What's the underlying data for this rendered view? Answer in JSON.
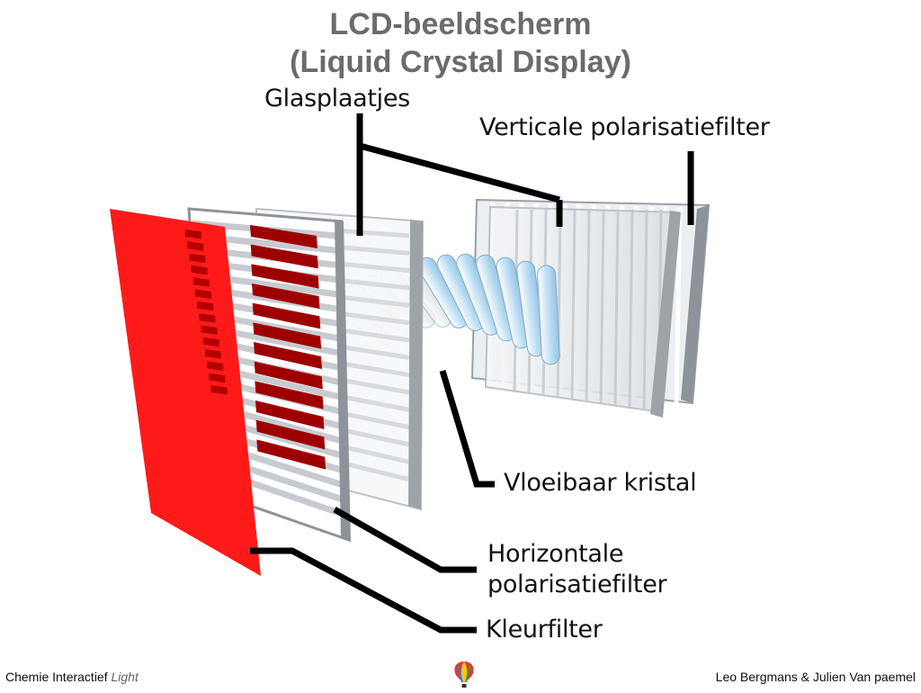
{
  "title": {
    "line1": "LCD-beeldscherm",
    "line2": "(Liquid Crystal Display)"
  },
  "labels": {
    "glasplaatjes": "Glasplaatjes",
    "verticale": "Verticale polarisatiefilter",
    "vloeibaar": "Vloeibaar kristal",
    "horizontale_line1": "Horizontale",
    "horizontale_line2": "polarisatiefilter",
    "kleurfilter": "Kleurfilter"
  },
  "footer": {
    "left_main": "Chemie Interactief",
    "left_suffix": "Light",
    "right": "Leo Bergmans & Julien Van paemel"
  },
  "colors": {
    "title": "#6b6b6b",
    "filter_red": "#ff1a1a",
    "dark_red": "#9e0000",
    "leader": "#000000"
  },
  "icons": {
    "footer_logo": "hot-air-balloon-icon"
  }
}
